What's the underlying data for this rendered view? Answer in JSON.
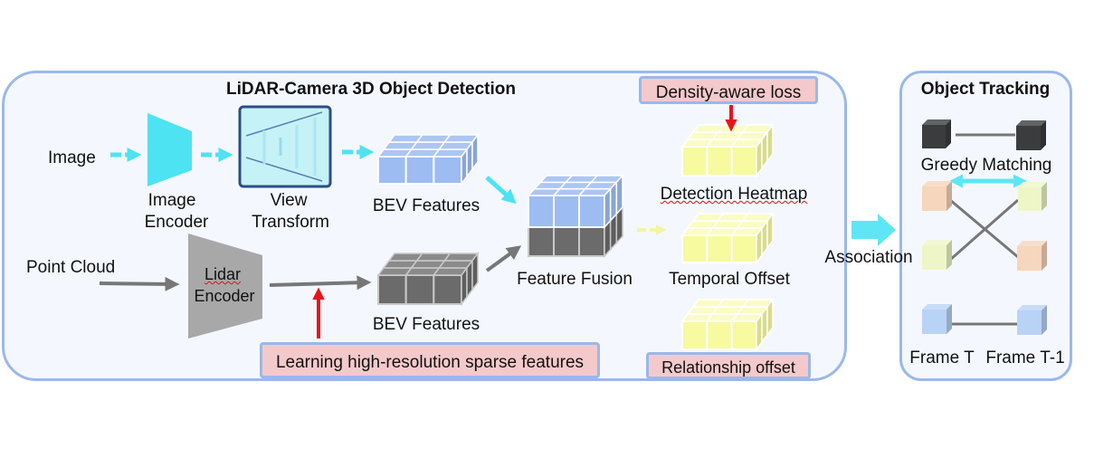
{
  "detection": {
    "title": "LiDAR-Camera 3D Object Detection",
    "input_image": "Image",
    "input_pointcloud": "Point Cloud",
    "image_encoder_line1": "Image",
    "image_encoder_line2": "Encoder",
    "lidar_encoder_line1": "Lidar",
    "lidar_encoder_line2": "Encoder",
    "view_transform_line1": "View",
    "view_transform_line2": "Transform",
    "bev_features_camera": "BEV Features",
    "bev_features_lidar": "BEV Features",
    "feature_fusion": "Feature Fusion",
    "detection_heatmap": "Detection Heatmap",
    "temporal_offset": "Temporal Offset",
    "relationship_offset": "Relationship offset",
    "density_aware_loss": "Density-aware loss",
    "learning_sparse": "Learning high-resolution sparse features"
  },
  "association": "Association",
  "tracking": {
    "title": "Object Tracking",
    "greedy_matching": "Greedy Matching",
    "frame_t": "Frame T",
    "frame_t1": "Frame T-1"
  },
  "colors": {
    "panel_border": "#9bb8ea",
    "panel_fill": "#f4f8fe",
    "cyan": "#4de3f2",
    "camera_cube": "#9dbcf2",
    "lidar_cube": "#6b6b6b",
    "heatmap_cube": "#f7fa9e",
    "highlight_box": "#f4c9cb",
    "red_arrow": "#e8141c"
  }
}
